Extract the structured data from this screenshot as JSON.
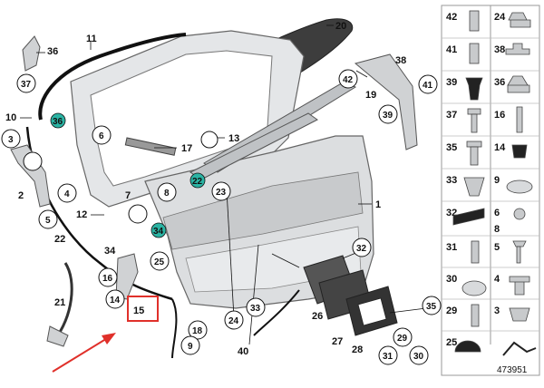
{
  "diagram": {
    "drawing_number": "473951",
    "highlight_color": "#e0302a",
    "callout_teal": "#2bb3a3",
    "labels": {
      "p1": "1",
      "p2": "2",
      "p3": "3",
      "p4": "4",
      "p5": "5",
      "p6": "6",
      "p7": "7",
      "p8": "8",
      "p9": "9",
      "p10": "10",
      "p11": "11",
      "p12": "12",
      "p13": "13",
      "p14": "14",
      "p15": "15",
      "p16": "16",
      "p17": "17",
      "p18": "18",
      "p19": "19",
      "p20": "20",
      "p21": "21",
      "p22": "22",
      "p23": "23",
      "p24": "24",
      "p25": "25",
      "p26": "26",
      "p27": "27",
      "p28": "28",
      "p29": "29",
      "p30": "30",
      "p31": "31",
      "p32": "32",
      "p33": "33",
      "p34": "34",
      "p35": "35",
      "p36": "36",
      "p37": "37",
      "p38": "38",
      "p39": "39",
      "p40": "40",
      "p41": "41",
      "p42": "42"
    },
    "grid": [
      [
        "42",
        "24"
      ],
      [
        "41",
        "38"
      ],
      [
        "39",
        "36"
      ],
      [
        "37",
        "16"
      ],
      [
        "35",
        "14"
      ],
      [
        "33",
        "9"
      ],
      [
        "32",
        "6"
      ],
      [
        "31",
        "5"
      ],
      [
        "30",
        "4"
      ],
      [
        "29",
        "3"
      ],
      [
        "25",
        ""
      ]
    ],
    "grid_extra": "8"
  }
}
